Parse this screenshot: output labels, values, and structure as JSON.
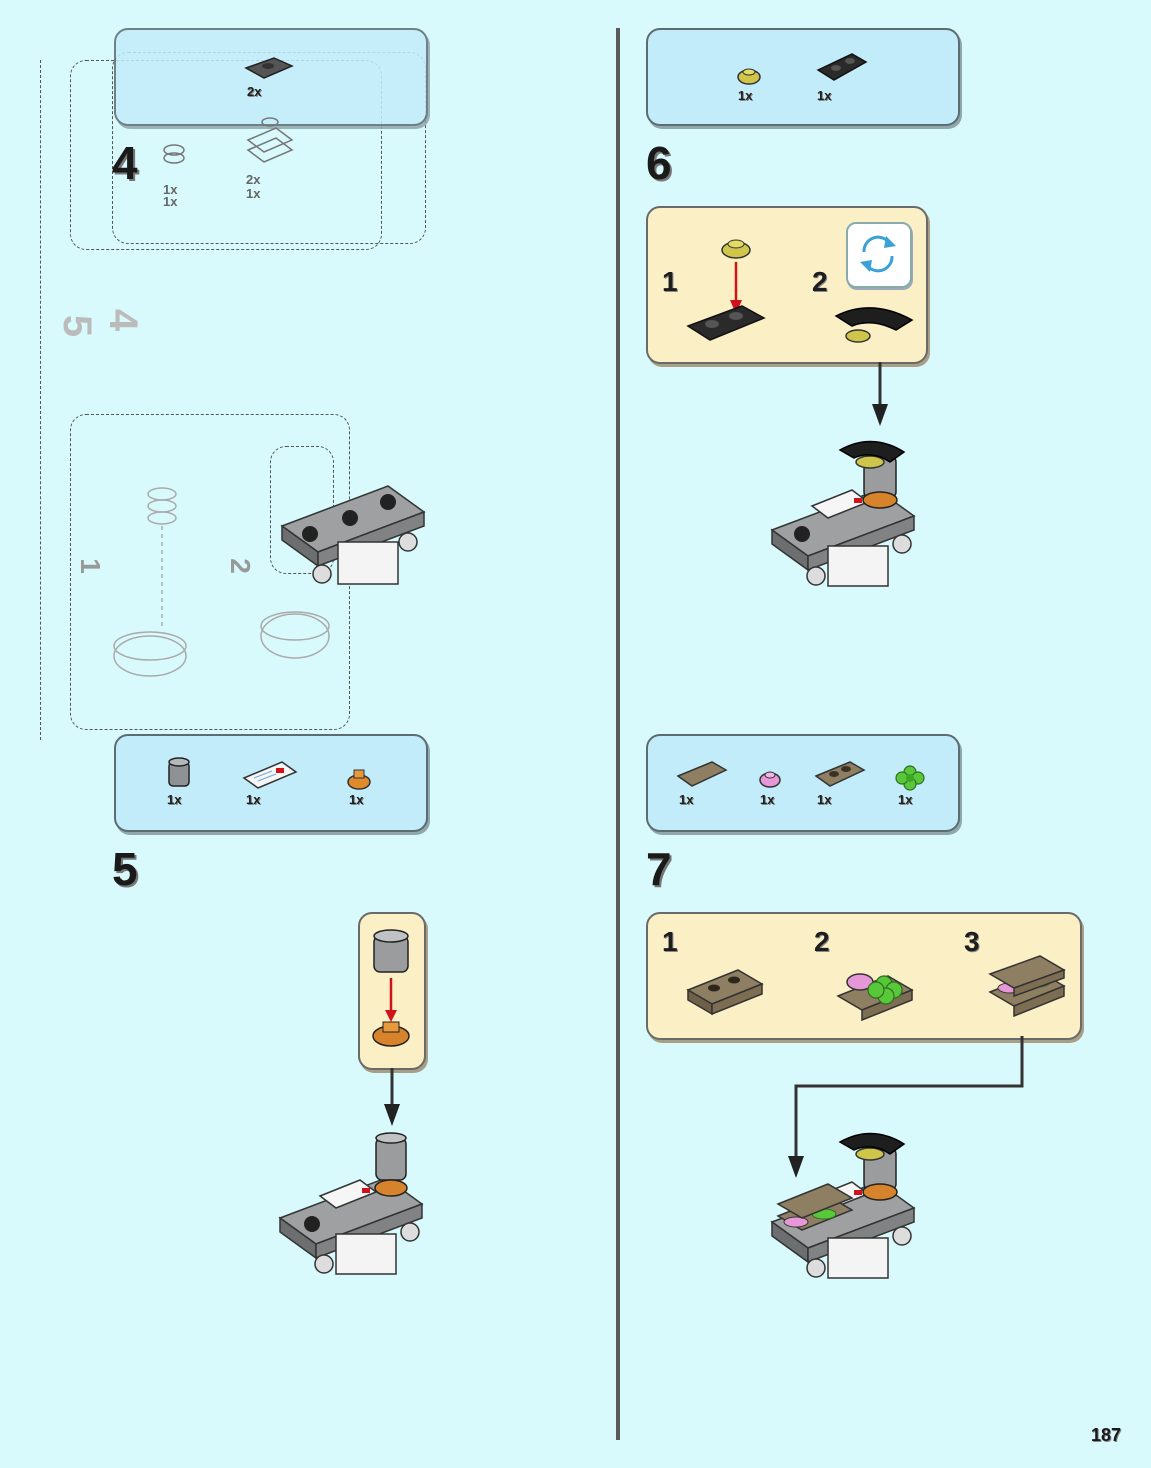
{
  "page_number": "187",
  "ghost_preview": {
    "step_label": "4",
    "qty_labels": [
      "2x",
      "1x",
      "1x",
      "2x",
      "1x"
    ],
    "substep_labels": [
      "1",
      "2"
    ],
    "ghost_step_labels": [
      "5",
      "4"
    ]
  },
  "step5": {
    "number": "5",
    "parts": [
      {
        "icon": "gray-round-brick-icon",
        "qty": "1x"
      },
      {
        "icon": "letter-tile-icon",
        "qty": "1x"
      },
      {
        "icon": "orange-round-plate-icon",
        "qty": "1x"
      }
    ]
  },
  "step6": {
    "number": "6",
    "parts": [
      {
        "icon": "yellow-round-plate-icon",
        "qty": "1x"
      },
      {
        "icon": "black-wedge-plate-icon",
        "qty": "1x"
      }
    ],
    "substeps": [
      "1",
      "2"
    ]
  },
  "step7": {
    "number": "7",
    "parts": [
      {
        "icon": "tan-tile-icon",
        "qty": "1x"
      },
      {
        "icon": "pink-round-plate-icon",
        "qty": "1x"
      },
      {
        "icon": "tan-plate-icon",
        "qty": "1x"
      },
      {
        "icon": "green-flower-plate-icon",
        "qty": "1x"
      }
    ],
    "substeps": [
      "1",
      "2",
      "3"
    ]
  },
  "colors": {
    "page_bg": "#d8fafc",
    "parts_box": "#c3ecfa",
    "substep_box": "#fbefc6",
    "arrow_red": "#d0121b"
  }
}
